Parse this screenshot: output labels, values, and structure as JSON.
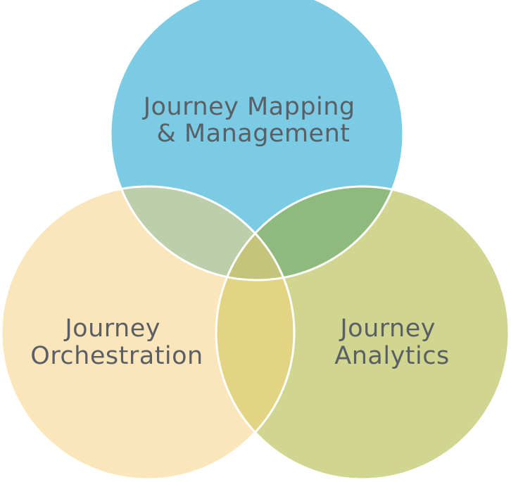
{
  "diagram": {
    "circles": [
      {
        "id": "mapping",
        "label_lines": [
          "Journey Mapping",
          "& Management"
        ],
        "fill": "#7ccbe5"
      },
      {
        "id": "orchestration",
        "label_lines": [
          "Journey",
          "Orchestration"
        ],
        "fill": "#fbe5ba"
      },
      {
        "id": "analytics",
        "label_lines": [
          "Journey",
          "Analytics"
        ],
        "fill": "#d0d58f"
      }
    ],
    "overlaps": {
      "mapping_orchestration": "#bdcfaa",
      "mapping_analytics": "#8ebb7d",
      "orchestration_analytics": "#e3d484",
      "center": "#c4c47a"
    },
    "outline_color": "#ffffff",
    "label_color": "#5a5f66"
  }
}
